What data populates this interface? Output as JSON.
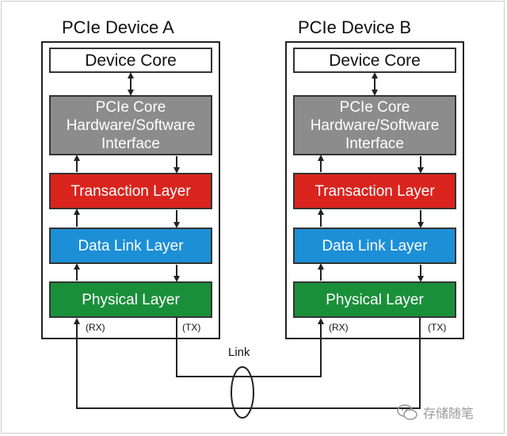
{
  "colors": {
    "pcie_core": "#8c8c8c",
    "transaction_layer": "#d9241e",
    "data_link_layer": "#1c8fd6",
    "physical_layer": "#1a8f3a",
    "line": "#222222"
  },
  "devices": [
    {
      "title": "PCIe Device A",
      "device_core": "Device Core",
      "pcie_core": [
        "PCIe Core",
        "Hardware/Software",
        "Interface"
      ],
      "transaction_layer": "Transaction Layer",
      "data_link_layer": "Data Link Layer",
      "physical_layer": "Physical Layer",
      "rx_label": "(RX)",
      "tx_label": "(TX)"
    },
    {
      "title": "PCIe Device B",
      "device_core": "Device Core",
      "pcie_core": [
        "PCIe Core",
        "Hardware/Software",
        "Interface"
      ],
      "transaction_layer": "Transaction Layer",
      "data_link_layer": "Data Link Layer",
      "physical_layer": "Physical Layer",
      "rx_label": "(RX)",
      "tx_label": "(TX)"
    }
  ],
  "link_label": "Link",
  "watermark": {
    "text": "存储随笔",
    "icon": "wechat-icon"
  }
}
